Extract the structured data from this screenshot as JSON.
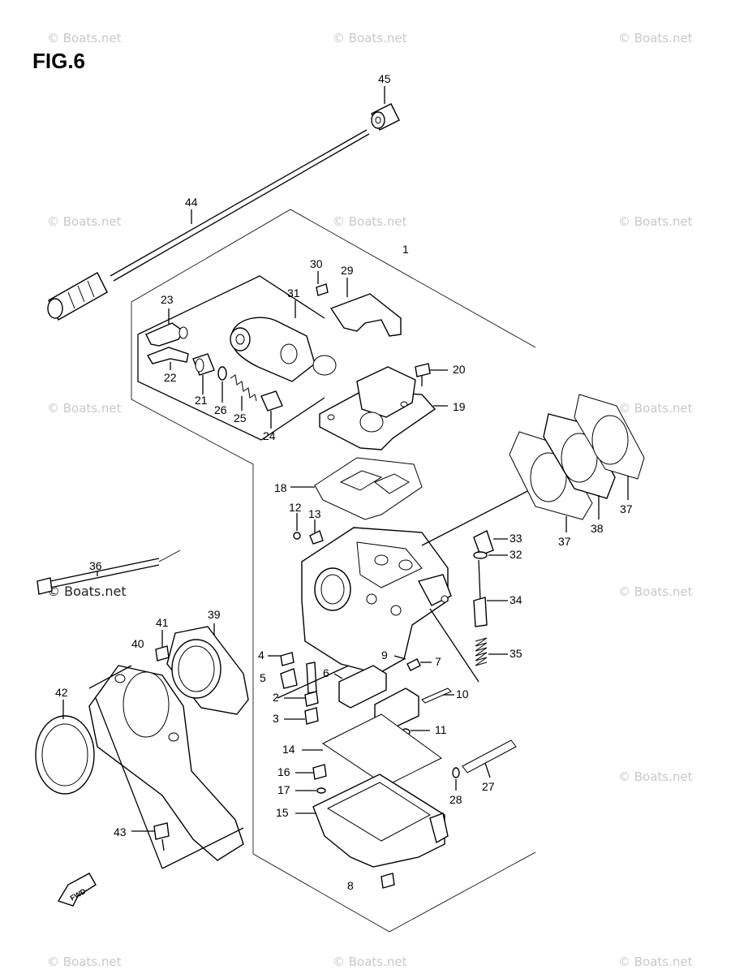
{
  "figure": {
    "title": "FIG.6"
  },
  "watermark": {
    "text": "© Boats.net"
  },
  "callouts": [
    "1",
    "2",
    "3",
    "4",
    "5",
    "6",
    "7",
    "8",
    "9",
    "10",
    "11",
    "12",
    "13",
    "14",
    "15",
    "16",
    "17",
    "18",
    "19",
    "20",
    "21",
    "22",
    "23",
    "24",
    "25",
    "26",
    "27",
    "28",
    "29",
    "30",
    "31",
    "32",
    "33",
    "34",
    "35",
    "36",
    "37",
    "38",
    "39",
    "40",
    "41",
    "42",
    "43",
    "44",
    "45"
  ],
  "fwd_badge": {
    "text": "FWD"
  }
}
